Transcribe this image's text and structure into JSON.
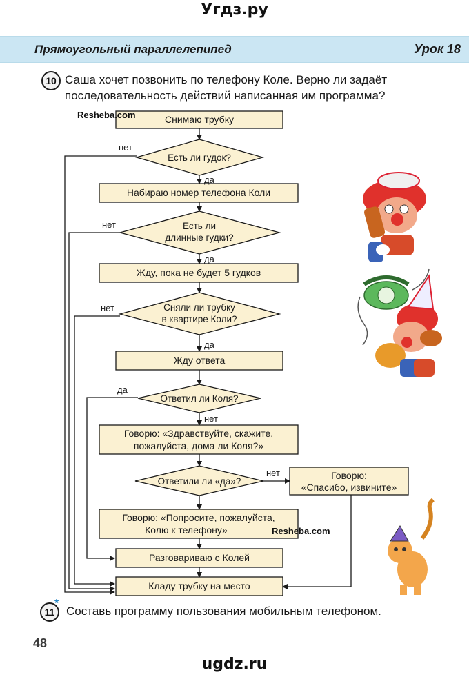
{
  "site": {
    "top": "Угдз.ру",
    "bottom": "ugdz.ru"
  },
  "header": {
    "title": "Прямоугольный параллелепипед",
    "lesson": "Урок 18"
  },
  "task10": {
    "number": "10",
    "line1": "Саша хочет позвонить по телефону Коле. Верно ли задаёт",
    "line2": "последовательность действий написанная им программа?"
  },
  "watermarks": [
    "Resheba.com",
    "Resheba.com"
  ],
  "flowchart": {
    "blocks": {
      "pick_up": "Снимаю трубку",
      "dial": "Набираю номер телефона Коли",
      "wait5": "Жду, пока не будет 5 гудков",
      "wait_answer": "Жду ответа",
      "hello": [
        "Говорю: «Здравствуйте, скажите,",
        "пожалуйста, дома ли Коля?»"
      ],
      "sorry": [
        "Говорю:",
        "«Спасибо, извините»"
      ],
      "ask": [
        "Говорю: «Попросите, пожалуйста,",
        "Колю к телефону»"
      ],
      "talk": "Разговариваю с Колей",
      "hang_up": "Кладу трубку на место"
    },
    "decisions": {
      "tone": "Есть ли гудок?",
      "long_tones": [
        "Есть ли",
        "длинные гудки?"
      ],
      "picked_up": [
        "Сняли ли трубку",
        "в квартире Коли?"
      ],
      "kolya": "Ответил ли Коля?",
      "said_yes": "Ответили ли «да»?"
    },
    "labels": {
      "yes": "да",
      "no": "нет"
    }
  },
  "task11": {
    "number": "11",
    "star": "*",
    "text": "Составь программу пользования мобильным телефоном."
  },
  "page_number": "48",
  "colors": {
    "box_fill": "#fbf1d2",
    "header_band": "#cbe6f3",
    "line": "#1a1a1a",
    "star": "#2a8ac8"
  },
  "illustrations": [
    "clown-phone-icon",
    "rotary-phone-icon",
    "clown-phone-icon",
    "cat-icon"
  ]
}
